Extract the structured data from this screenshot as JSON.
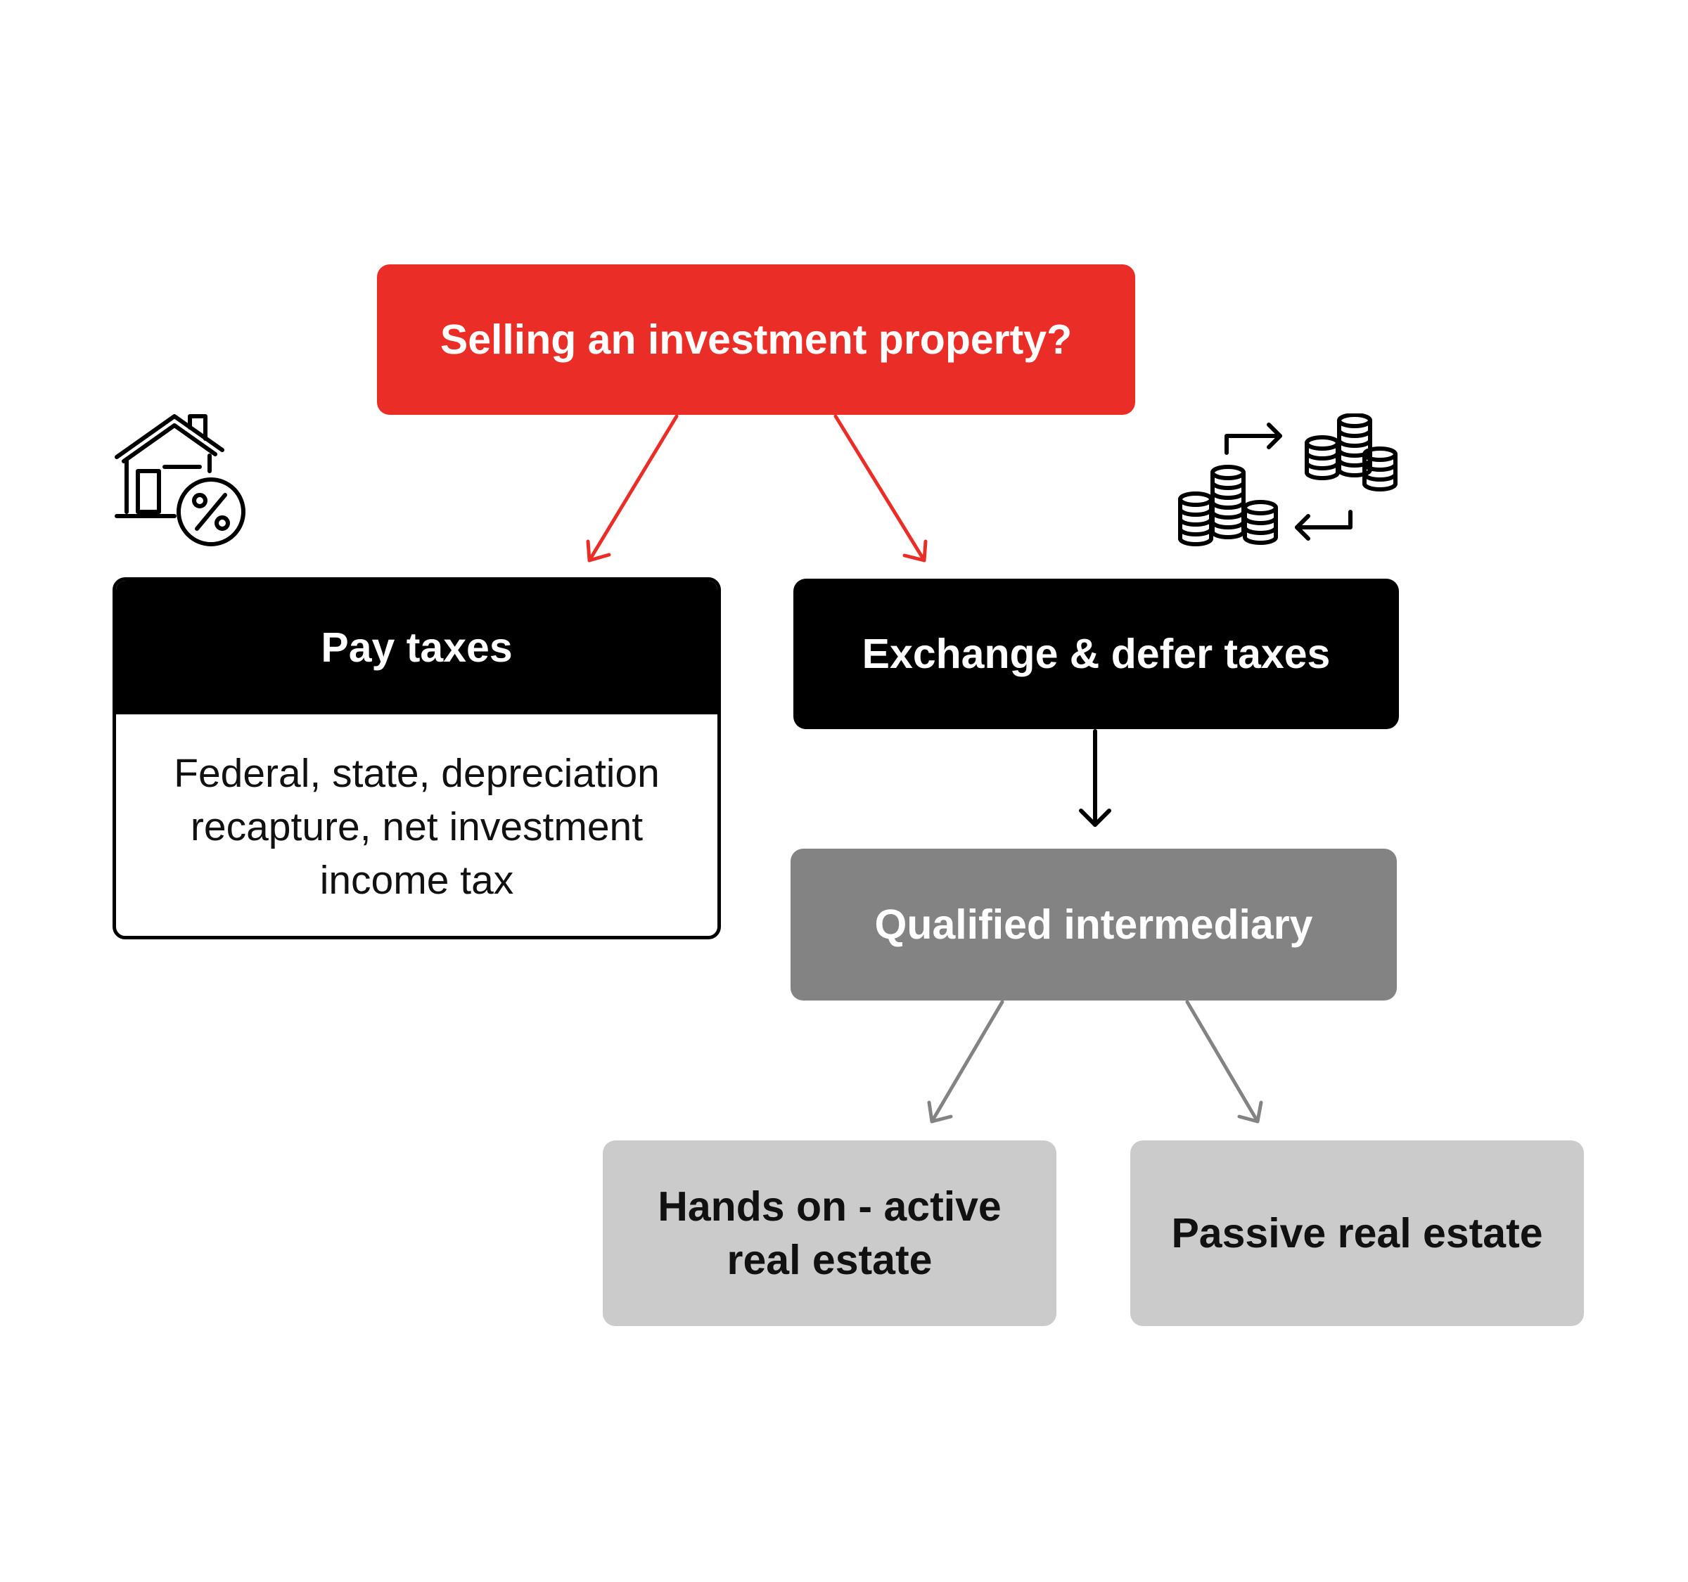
{
  "nodes": {
    "start": "Selling an investment property?",
    "pay_taxes": {
      "title": "Pay taxes",
      "detail": "Federal, state, depreciation recapture, net investment income tax"
    },
    "exchange": "Exchange & defer taxes",
    "qualified": "Qualified intermediary",
    "active": "Hands on - active real estate",
    "passive": "Passive real estate"
  },
  "icons": {
    "left": "house-percent-icon",
    "right": "coin-exchange-icon"
  },
  "colors": {
    "start": "#eb2d27",
    "dark": "#000000",
    "intermediary": "#838383",
    "options": "#cbcbcb",
    "red_arrow": "#eb2d27",
    "gray_arrow": "#838383"
  }
}
